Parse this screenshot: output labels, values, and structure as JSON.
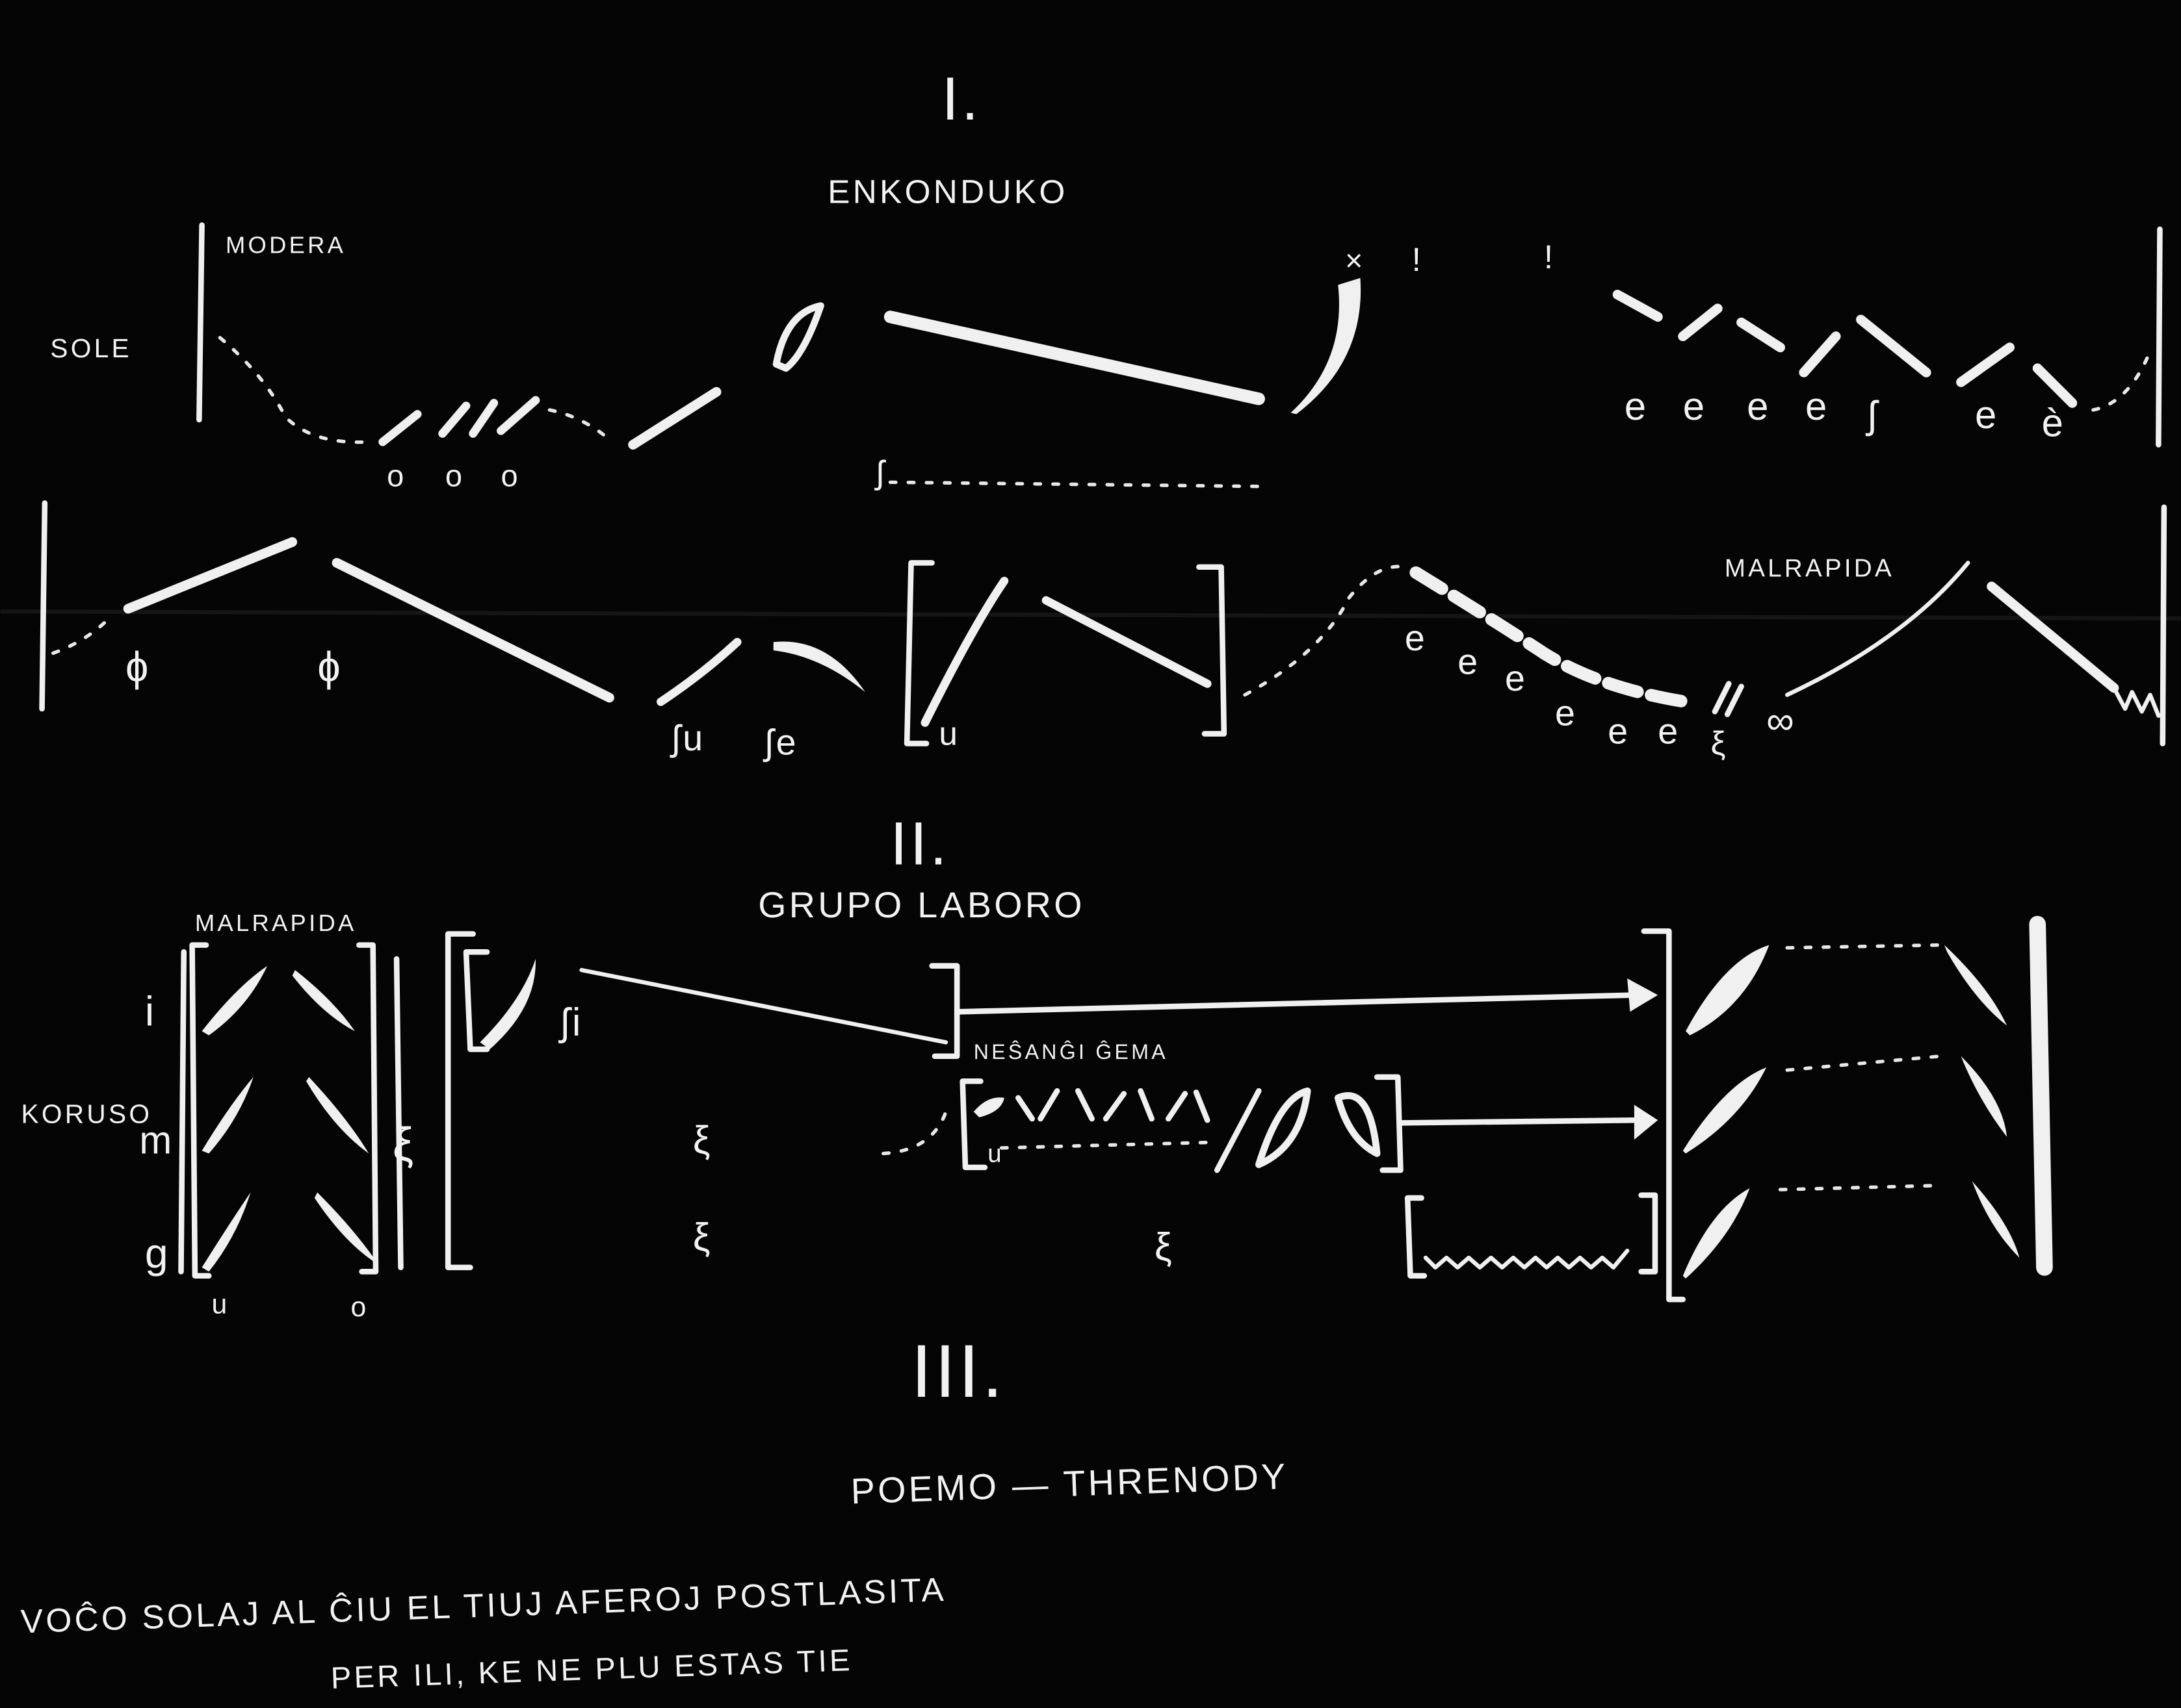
{
  "score": {
    "colors": {
      "paper": "#050505",
      "ink": "#f0f0f0"
    },
    "section1": {
      "numeral": "I.",
      "title": "ENKONDUKO",
      "tempo": "MODERA",
      "voice_label": "SOLE",
      "tempo2": "MALRAPIDA",
      "syllables_o": [
        "o",
        "o",
        "o"
      ],
      "syllables_e_top": [
        "e",
        "e",
        "e",
        "e",
        "ʃ",
        "e",
        "è"
      ],
      "mark_x": "×",
      "mark_excl": [
        "!",
        "!"
      ],
      "s_dots": "ʃ",
      "phi": [
        "ɸ",
        "ɸ"
      ],
      "su": "ʃu",
      "se": "ʃe",
      "u": "u",
      "syllables_e_bottom": [
        "e",
        "e",
        "e",
        "e",
        "e",
        "e"
      ],
      "xi": "ξ",
      "infinity": "∞"
    },
    "section2": {
      "numeral": "II.",
      "title": "GRUPO LABORO",
      "tempo": "MALRAPIDA",
      "choir_label": "KORUSO",
      "voices": [
        "i",
        "m",
        "g"
      ],
      "vowels_bottom": [
        "u",
        "o"
      ],
      "si": "ʃi",
      "xi": "ξ",
      "instruction": "NEŜANĜI ĜEMA",
      "u": "u"
    },
    "section3": {
      "numeral": "III.",
      "title": "POEMO — THRENODY",
      "poem_lines": [
        "VOĈO SOLAJ AL ĈIU EL TIUJ AFEROJ POSTLASITA",
        "PER ILI, KE NE PLU ESTAS TIE"
      ]
    }
  }
}
